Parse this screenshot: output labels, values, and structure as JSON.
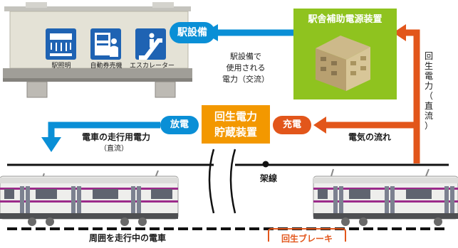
{
  "station": {
    "equipment": [
      {
        "label": "駅照明",
        "icon": "station-lighting-icon"
      },
      {
        "label": "自動券売機",
        "icon": "ticket-machine-icon"
      },
      {
        "label": "エスカレーター",
        "icon": "escalator-icon"
      }
    ]
  },
  "badges": {
    "station_facilities": "駅設備",
    "discharge": "放電",
    "charge": "充電",
    "regen_brake": "回生ブレーキ"
  },
  "power_supply_box": "駅舎補助電源装置",
  "storage_box": {
    "line1": "回生電力",
    "line2": "貯蔵装置"
  },
  "labels": {
    "station_power": [
      "駅設備で",
      "使用される",
      "電力（交流）"
    ],
    "regen_dc": [
      "回",
      "生",
      "電",
      "力",
      "（",
      "直",
      "流",
      "）"
    ],
    "train_power": "電車の走行用電力",
    "train_power_dc": "（直流）",
    "electricity_flow": "電気の流れ",
    "overhead_wire": "架線",
    "nearby_train": "周囲を走行中の電車"
  },
  "colors": {
    "flow_blue": "#0a8fd6",
    "flow_red": "#e2561b",
    "supply_green": "#8fc31f",
    "storage_orange": "#f39800"
  }
}
